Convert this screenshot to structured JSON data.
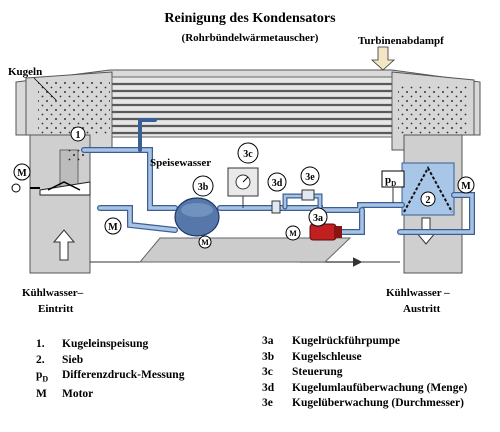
{
  "title": "Reinigung des Kondensators",
  "subtitle": "(Rohrbündelwärmetauscher)",
  "labels": {
    "kugeln": "Kugeln",
    "turbinenabdampf": "Turbinenabdampf",
    "speisewasser": "Speisewasser",
    "inlet": "Kühlwasser–",
    "inlet2": "Eintritt",
    "outlet": "Kühlwasser –",
    "outlet2": "Austritt",
    "pd": "p",
    "pd_sub": "D"
  },
  "tags": {
    "t1": "1",
    "t2": "2",
    "t3a": "3a",
    "t3b": "3b",
    "t3c": "3c",
    "t3d": "3d",
    "t3e": "3e",
    "m": "M"
  },
  "legend_left": [
    {
      "key": "1.",
      "text": "Kugeleinspeisung"
    },
    {
      "key": "2.",
      "text": "Sieb"
    },
    {
      "key": "p",
      "key_sub": "D",
      "text": "Differenzdruck-Messung"
    },
    {
      "key": "M",
      "text": "Motor"
    }
  ],
  "legend_right": [
    {
      "key": "3a",
      "text": "Kugelrückführpumpe"
    },
    {
      "key": "3b",
      "text": "Kugelschleuse"
    },
    {
      "key": "3c",
      "text": "Steuerung"
    },
    {
      "key": "3d",
      "text": "Kugelumlaufüberwachung (Menge)"
    },
    {
      "key": "3e",
      "text": "Kugelüberwachung (Durchmesser)"
    }
  ],
  "colors": {
    "pipe": "#8fb0d8",
    "pipe_dark": "#3a5f95",
    "vessel": "#d2d2d2",
    "pump": "#c02020",
    "platform": "#cfcfcf"
  }
}
